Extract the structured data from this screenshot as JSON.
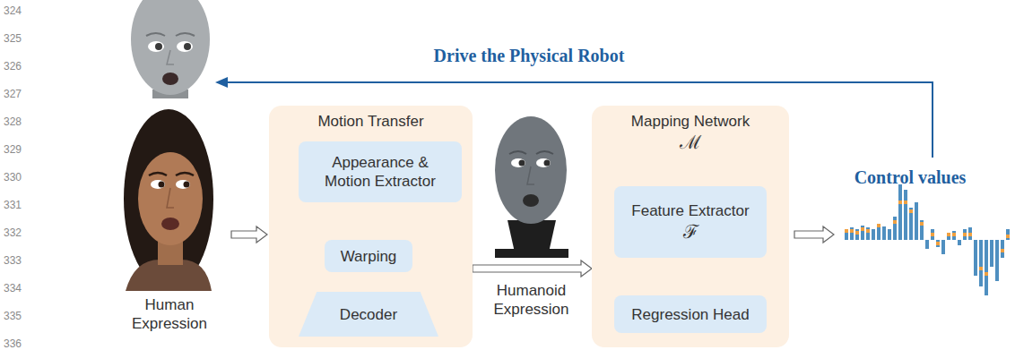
{
  "diagram": {
    "nodes": [
      {
        "text": [
          "Motion Transfer"
        ]
      },
      {
        "text": [
          "Appearance & Motion Extractor"
        ],
        "in": 0
      },
      {
        "text": [
          "Warping"
        ],
        "in": 0
      },
      {
        "text": [
          "Decoder"
        ],
        "in": 0
      },
      {
        "text": [
          "Mapping Network",
          "ℳ"
        ]
      },
      {
        "text": [
          "Feature Extractor",
          "ℱ"
        ],
        "in": 4
      },
      {
        "text": [
          "Regression Head"
        ],
        "in": 4
      }
    ],
    "edges": [
      {
        "from": 0,
        "to": 4,
        "arrow": "to"
      }
    ],
    "labels": [
      "324",
      "325",
      "326",
      "327",
      "328",
      "329",
      "330",
      "331",
      "332",
      "333",
      "334",
      "335",
      "336",
      "Drive the Physical Robot",
      "Human Expression",
      "Humanoid Expression",
      "Control values"
    ]
  }
}
